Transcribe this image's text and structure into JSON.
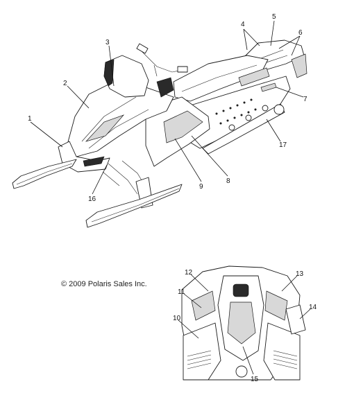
{
  "copyright": "© 2009 Polaris Sales Inc.",
  "callouts": {
    "c1": "1",
    "c2": "2",
    "c3": "3",
    "c4": "4",
    "c5": "5",
    "c6": "6",
    "c7": "7",
    "c8": "8",
    "c9": "9",
    "c10": "10",
    "c11": "11",
    "c12": "12",
    "c13": "13",
    "c14": "14",
    "c15": "15",
    "c16": "16",
    "c17": "17"
  }
}
